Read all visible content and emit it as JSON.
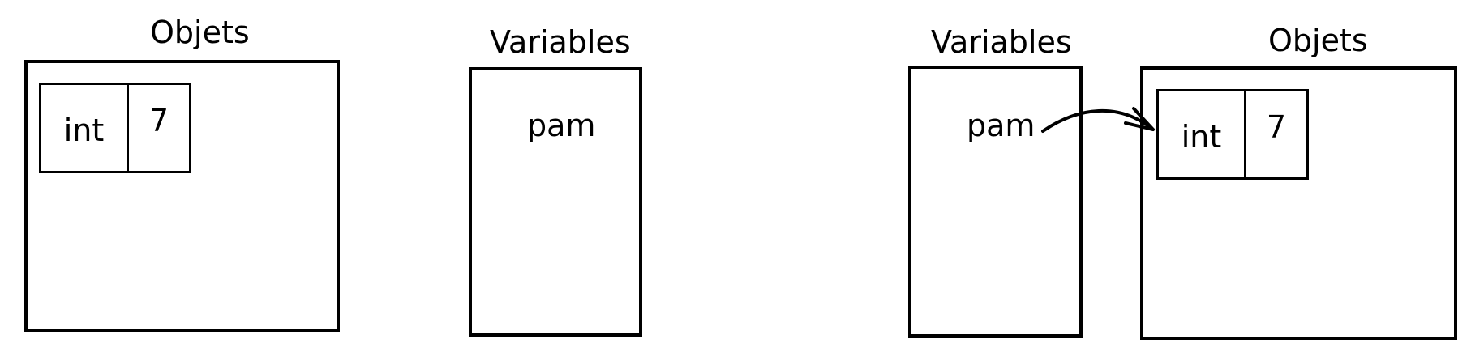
{
  "left_scene": {
    "objects_panel": {
      "title": "Objets",
      "object": {
        "type": "int",
        "value": "7"
      }
    },
    "variables_panel": {
      "title": "Variables",
      "variable": "pam"
    }
  },
  "right_scene": {
    "variables_panel": {
      "title": "Variables",
      "variable": "pam"
    },
    "objects_panel": {
      "title": "Objets",
      "object": {
        "type": "int",
        "value": "7"
      }
    },
    "reference_arrow": {
      "from": "pam",
      "to": "int 7"
    }
  }
}
